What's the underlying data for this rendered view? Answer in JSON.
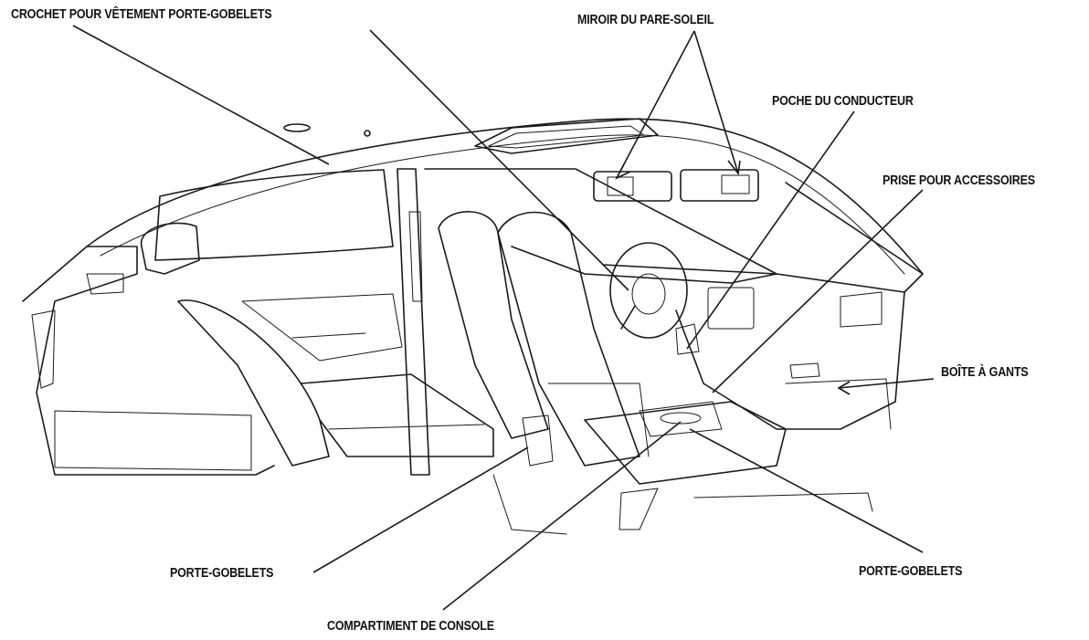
{
  "labels": {
    "coat_hook": "CROCHET POUR VÊTEMENT PORTE-GOBELETS",
    "vanity_mirror": "MIROIR DU PARE-SOLEIL",
    "driver_pocket": "POCHE DU CONDUCTEUR",
    "accessory_socket": "PRISE POUR ACCESSOIRES",
    "glove_box": "BOÎTE À GANTS",
    "cup_holder_rear": "PORTE-GOBELETS",
    "console_compartment": "COMPARTIMENT DE CONSOLE",
    "cup_holder_front": "PORTE-GOBELETS"
  },
  "colors": {
    "ink": "#1a1a1a",
    "background": "#ffffff"
  }
}
